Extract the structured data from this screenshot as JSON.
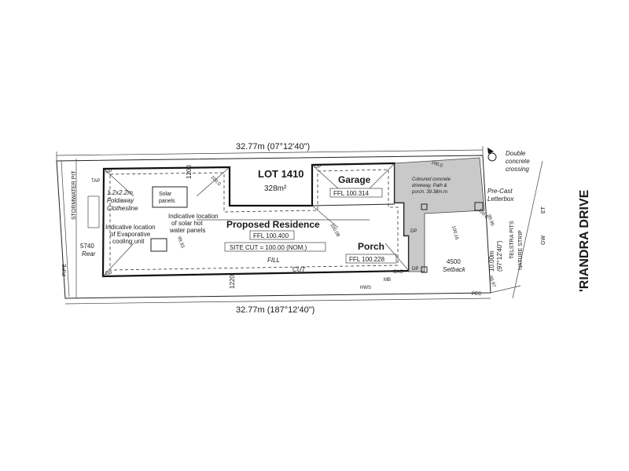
{
  "street": "'RIANDRA DRIVE",
  "lot": {
    "label": "LOT 1410",
    "area": "328m²"
  },
  "dims": {
    "top": "32.77m (07°12'40\")",
    "bottom": "32.77m (187°12'40\")",
    "right_1": "10.00m",
    "right_2": "(97°12'40\")",
    "setback_top": "1200",
    "setback_bottom": "1220",
    "rear_1": "5740",
    "rear_2": "Rear",
    "front_1": "4500",
    "front_2": "Setback"
  },
  "rooms": {
    "residence": "Proposed Residence",
    "residence_ffl": "FFL 100.400",
    "site_cut": "SITE CUT = 100.00 (NOM.)",
    "garage": "Garage",
    "garage_ffl": "FFL 100.314",
    "porch": "Porch",
    "porch_ffl": "FFL 100.228"
  },
  "notes": {
    "clothesline_1": "1.2x2.2m",
    "clothesline_2": "Foldaway",
    "clothesline_3": "Clothesline",
    "solar_1": "Solar",
    "solar_2": "panels",
    "hotwater_1": "Indicative location",
    "hotwater_2": "of solar hot",
    "hotwater_3": "water panels",
    "evap_1": "Indicative location",
    "evap_2": "of Evaporative",
    "evap_3": "cooling unit",
    "driveway_1": "Coloured concrete",
    "driveway_2": "driveway, Path &",
    "driveway_3": "porch. 39.38m.m",
    "crossing_1": "Double",
    "crossing_2": "concrete",
    "crossing_3": "crossing",
    "letterbox_1": "Pre-Cast",
    "letterbox_2": "Letterbox",
    "telstra": "TELSTRA PITS",
    "nature": "NATURE STRIP",
    "stormwater": "STORMWATER PIT",
    "pipe": "PIPE",
    "tap": "TAP",
    "fill": "FILL",
    "cut": "CUT",
    "hws": "HWS",
    "mb": "MB",
    "gas": "GAS",
    "pec": "PEC",
    "et": "ET",
    "gw": "GW"
  },
  "levels": {
    "l1": "100.0",
    "l2": "99.93",
    "l3": "100.08",
    "l4": "100.16",
    "l5": "99.96",
    "l6": "99.97",
    "l7": "100.0",
    "l8": "100.0"
  },
  "dp": "DP"
}
